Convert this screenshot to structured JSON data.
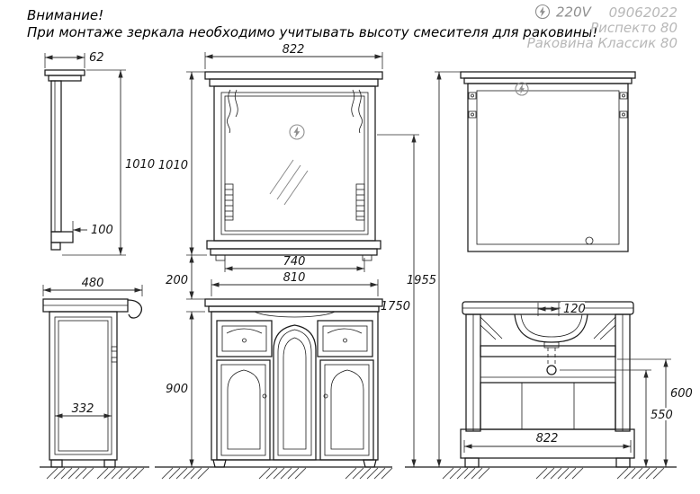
{
  "colors": {
    "drawing_line": "#1b1b1b",
    "muted_label": "#b8b8b8",
    "power_label": "#8e8e8e"
  },
  "header": {
    "warning_title": "Внимание!",
    "warning_text": "При монтаже зеркала необходимо учитывать высоту смесителя для раковины!",
    "voltage": "220V",
    "doc_number": "09062022",
    "model": "Риспекто 80",
    "sink_model": "Раковина Классик 80"
  },
  "dimensions": {
    "mirror_side_depth": "62",
    "mirror_side_height": "1010",
    "mirror_shelf_depth": "100",
    "mirror_width": "822",
    "mirror_height": "1010",
    "mirror_glass_width": "740",
    "gap_mirror_cabinet": "200",
    "total_height": "1955",
    "upper_level_height": "1750",
    "cabinet_depth": "480",
    "cabinet_inner_depth": "332",
    "cabinet_width": "810",
    "cabinet_height": "900",
    "sink_drain_offset": "120",
    "back_width": "822",
    "level_600": "600",
    "level_550": "550"
  }
}
